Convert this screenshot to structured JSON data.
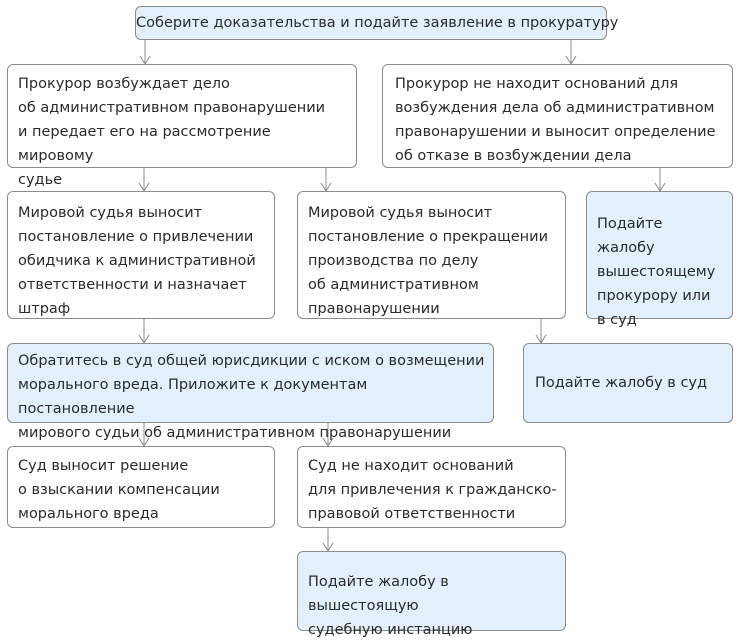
{
  "flowchart": {
    "start": "Соберите доказательства и подайте заявление в прокуратуру",
    "prosecutor_initiates": "Прокурор возбуждает дело\nоб административном правонарушении\nи передает его на рассмотрение  мировому\nсудье",
    "prosecutor_refuses": "Прокурор не находит оснований для\nвозбуждения дела об административном\nправонарушении и выносит определение\nоб отказе в возбуждении дела",
    "judge_fines": "Мировой судья выносит\nпостановление о привлечении\nобидчика к административной\nответственности и назначает\nштраф",
    "judge_terminates": "Мировой судья выносит\nпостановление о прекращении\nпроизводства по делу\nоб административном\nправонарушении",
    "complain_higher_prosecutor": "Подайте жалобу\nвышестоящему\nпрокурору или\nв суд",
    "civil_suit": "Обратитесь в суд общей юрисдикции с иском о возмещении\nморального вреда. Приложите к документам постановление\nмирового судьи об административном правонарушении",
    "complain_court": "Подайте жалобу в суд",
    "court_awards": "Суд выносит решение\nо взыскании компенсации\nморального вреда",
    "court_denies": "Суд не находит оснований\nдля привлечения к гражданско-\nправовой ответственности",
    "appeal_higher_court": "Подайте жалобу в вышестоящую\nсудебную инстанцию"
  }
}
